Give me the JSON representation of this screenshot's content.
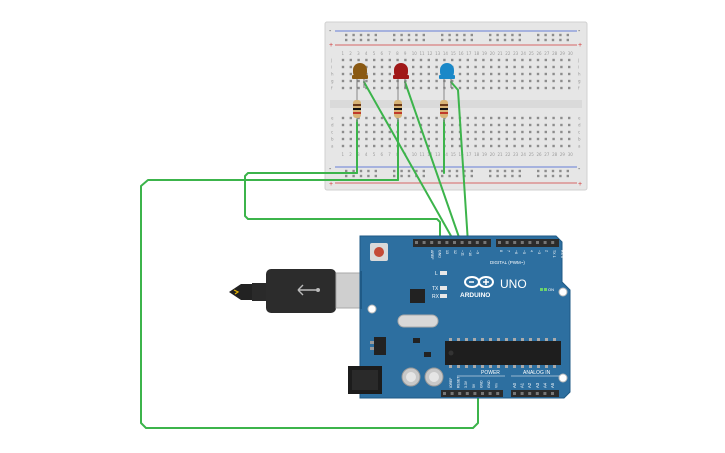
{
  "breadboard": {
    "rail_top_minus": "-",
    "rail_top_plus": "+",
    "rail_bottom_minus": "-",
    "rail_bottom_plus": "+",
    "row_letters_top": [
      "j",
      "i",
      "h",
      "g",
      "f"
    ],
    "row_letters_bottom": [
      "e",
      "d",
      "c",
      "b",
      "a"
    ],
    "column_numbers": [
      "1",
      "2",
      "3",
      "4",
      "5",
      "6",
      "7",
      "8",
      "9",
      "10",
      "11",
      "12",
      "13",
      "14",
      "15",
      "16",
      "17",
      "18",
      "19",
      "20",
      "21",
      "22",
      "23",
      "24",
      "25",
      "26",
      "27",
      "28",
      "29",
      "30"
    ]
  },
  "leds": [
    {
      "color_name": "yellow-orange",
      "color": "#8a5a14"
    },
    {
      "color_name": "red",
      "color": "#a01818"
    },
    {
      "color_name": "blue",
      "color": "#1a88c8"
    }
  ],
  "arduino": {
    "brand": "ARDUINO",
    "model": "UNO",
    "digital_label": "DIGITAL (PWM~)",
    "power_label": "POWER",
    "analog_label": "ANALOG IN",
    "on_label": "ON",
    "l_label": "L",
    "tx_label": "TX",
    "rx_label": "RX",
    "aref_label": "AREF",
    "gnd_label": "GND",
    "digital_pins": [
      "13",
      "12",
      "~11",
      "~10",
      "~9",
      "8",
      "7",
      "~6",
      "~5",
      "4",
      "~3",
      "2",
      "TX 1",
      "RX 0"
    ],
    "power_pins": [
      "IOREF",
      "RESET",
      "3.3V",
      "5V",
      "GND",
      "GND",
      "Vin"
    ],
    "analog_pins": [
      "A0",
      "A1",
      "A2",
      "A3",
      "A4",
      "A5"
    ]
  },
  "colors": {
    "board_blue": "#2d6fa0",
    "board_edge": "#1f5a86",
    "wire_green": "#3cb44b",
    "breadboard_bg": "#e9e9e9",
    "rail_red": "#d23b3b",
    "rail_blue": "#3b5bd2"
  }
}
